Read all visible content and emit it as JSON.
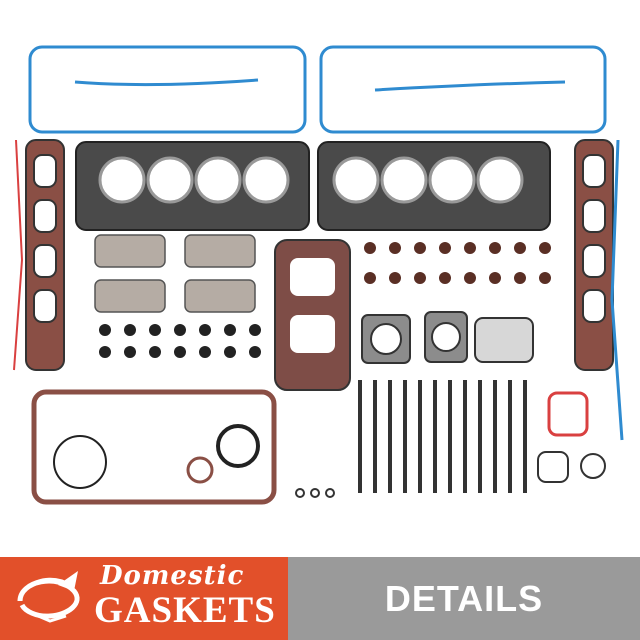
{
  "brand": {
    "name_top": "Domestic",
    "name_main": "GASKETS",
    "accent_color": "#e2502a"
  },
  "details_button": {
    "label": "DETAILS",
    "color": "#9a9a9a"
  },
  "product_photo": {
    "subject": "engine-gasket-set",
    "icons": [
      "valve-cover-gasket-icon",
      "head-gasket-icon",
      "intake-manifold-gasket-icon",
      "exhaust-manifold-gasket-icon",
      "valve-stem-seal-icon",
      "head-bolt-icon",
      "oil-pan-gasket-icon",
      "o-ring-icon"
    ]
  }
}
